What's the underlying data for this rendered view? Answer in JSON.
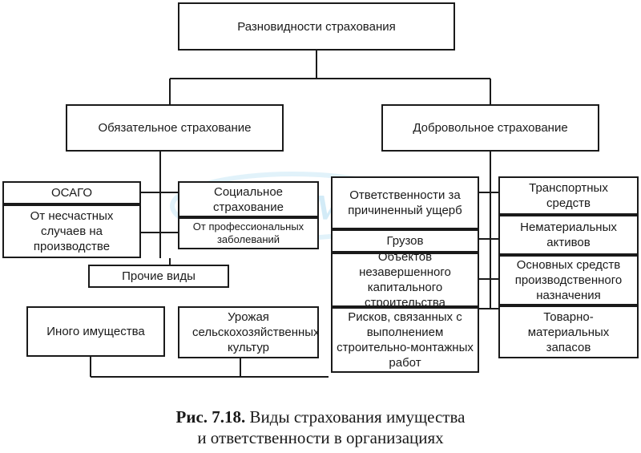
{
  "root": "Разновидности страхования",
  "mandatory": {
    "title": "Обязательное страхование",
    "items": {
      "osago": "ОСАГО",
      "accidents": "От несчастных случаев на производстве",
      "social": "Социальное страхование",
      "prof_diseases": "От профессиональных заболеваний",
      "other": "Прочие виды"
    }
  },
  "voluntary": {
    "title": "Добровольное страхование",
    "liability": "Ответственности за причиненный ущерб",
    "cargo": "Грузов",
    "construction_objects": "Объектов незавершенного капитального строительства",
    "construction_risks": "Рисков, связанных с выполнением строительно-монтажных работ",
    "transport": "Транспортных средств",
    "intangible": "Нематериальных активов",
    "fixed_assets": "Основных средств производственного назначения",
    "inventory": "Товарно-материальных запасов"
  },
  "bottom": {
    "other_property": "Иного имущества",
    "crops": "Урожая сельскохозяйственных культур"
  },
  "caption": {
    "number": "Рис. 7.18.",
    "line1": "Виды страхования имущества",
    "line2": "и ответственности в организациях"
  },
  "watermark": "Схемо",
  "colors": {
    "line": "#1a1a1a",
    "watermark": "#9fd3ee"
  }
}
